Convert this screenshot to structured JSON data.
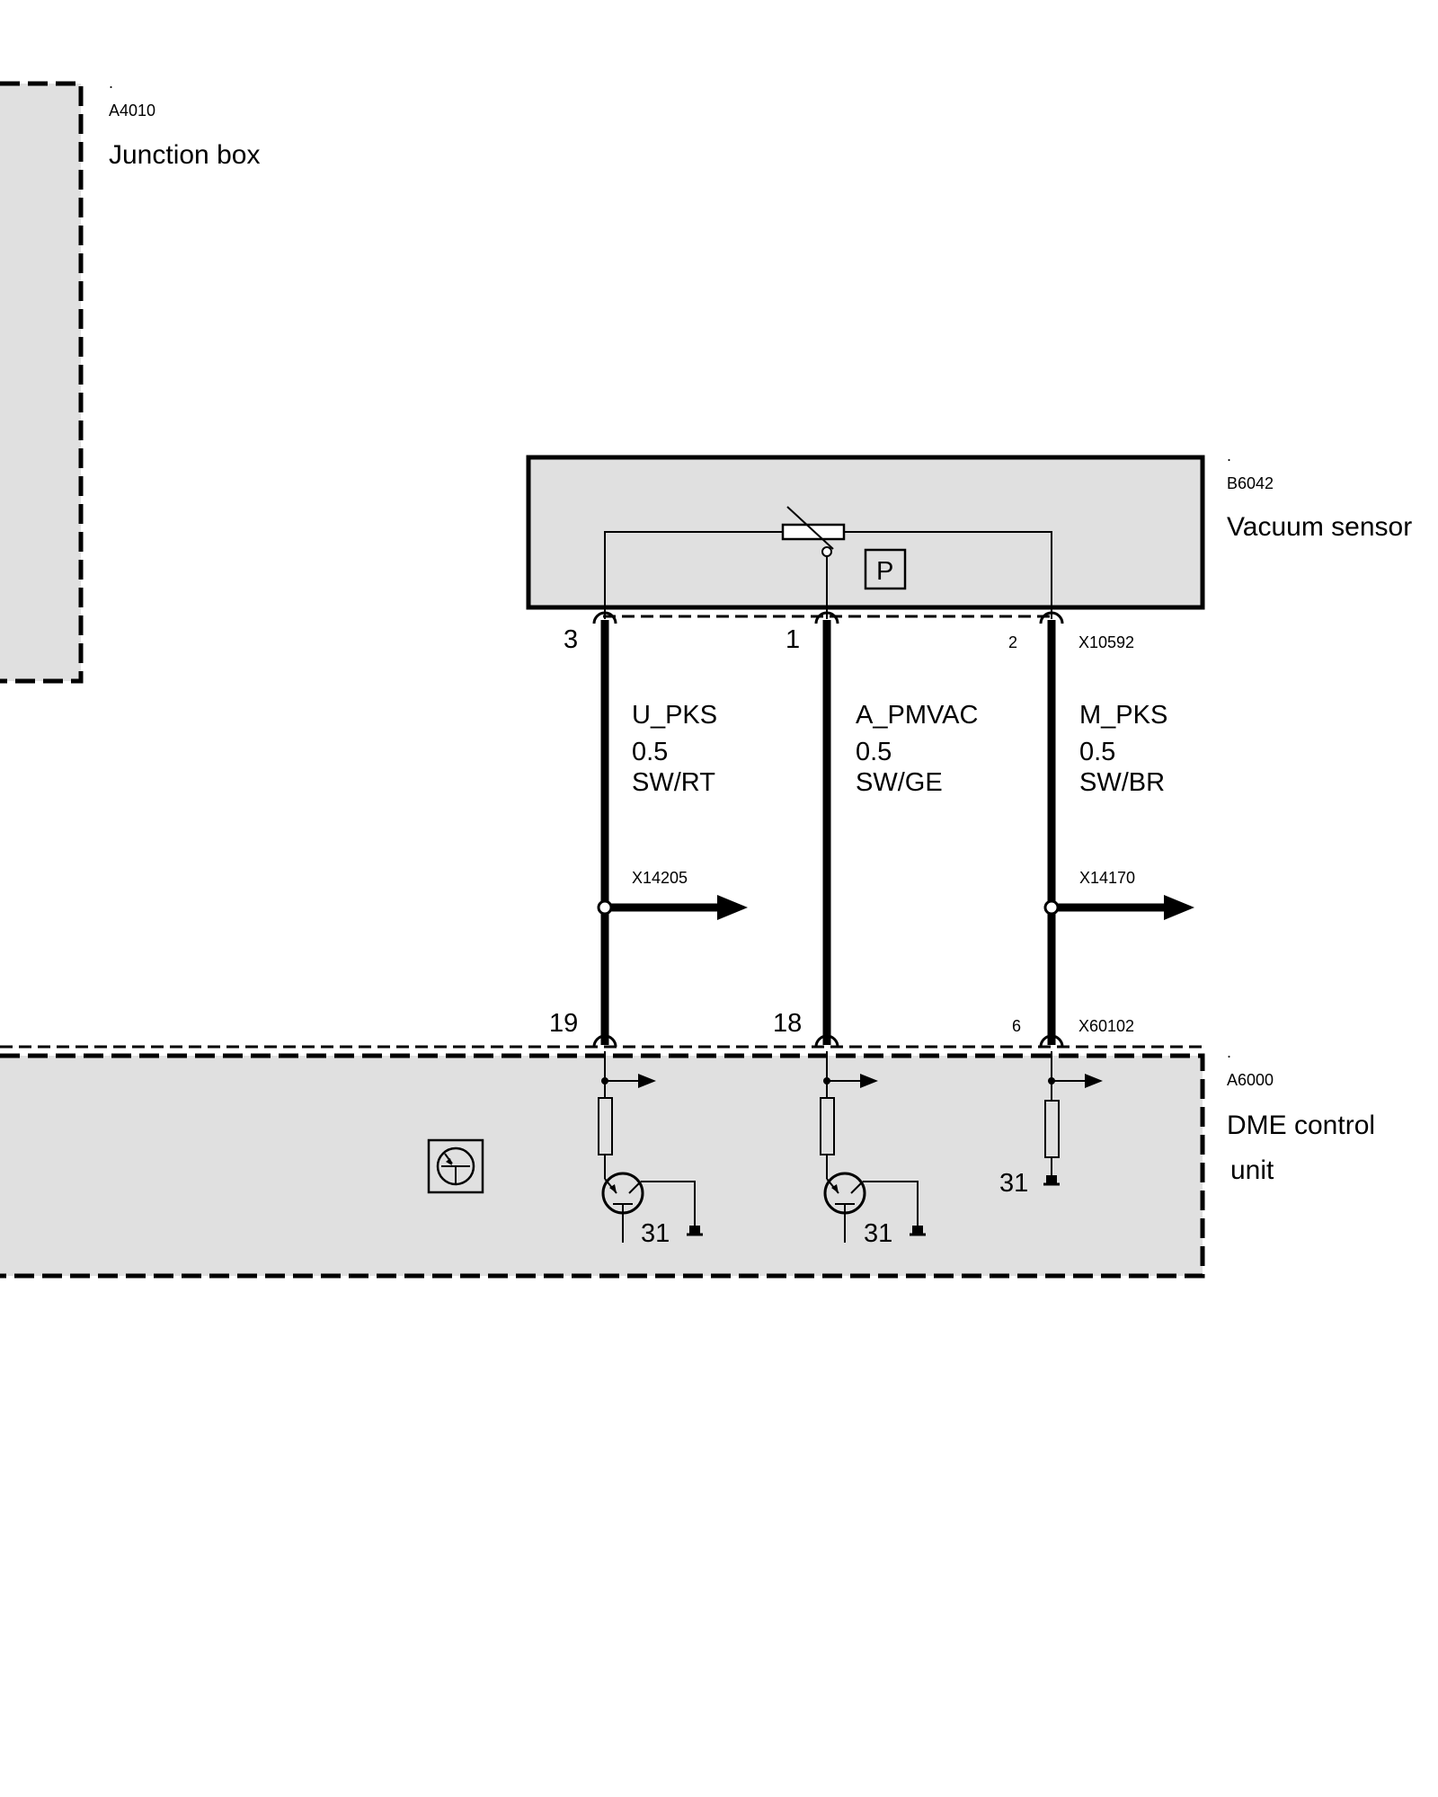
{
  "components": {
    "junction_box": {
      "dot": ".",
      "code": "A4010",
      "name": "Junction box"
    },
    "vacuum_sensor": {
      "dot": ".",
      "code": "B6042",
      "name": "Vacuum sensor",
      "symbol": "P"
    },
    "dme": {
      "dot": ".",
      "code": "A6000",
      "name_line1": "DME control",
      "name_line2": "unit"
    }
  },
  "connectors": {
    "sensor": {
      "code": "X10592",
      "pins": [
        "3",
        "1",
        "2"
      ]
    },
    "dme": {
      "code": "X60102",
      "pins": [
        "19",
        "18",
        "6"
      ]
    },
    "branch_left": "X14205",
    "branch_right": "X14170"
  },
  "wires": [
    {
      "signal": "U_PKS",
      "gauge": "0.5",
      "color": "SW/RT"
    },
    {
      "signal": "A_PMVAC",
      "gauge": "0.5",
      "color": "SW/GE"
    },
    {
      "signal": "M_PKS",
      "gauge": "0.5",
      "color": "SW/BR"
    }
  ],
  "grounds": [
    "31",
    "31",
    "31"
  ]
}
